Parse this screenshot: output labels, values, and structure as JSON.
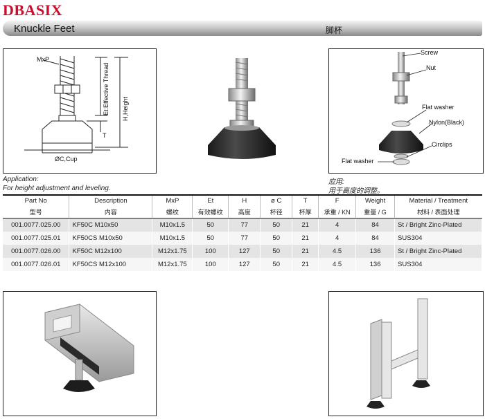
{
  "brand": "DBASIX",
  "title": {
    "en": "Knuckle Feet",
    "cn": "脚杯"
  },
  "drawing": {
    "mxp": "MxP",
    "et": "Et:Effective Thread",
    "h": "H,Height",
    "t": "T",
    "c": "ØC,Cup"
  },
  "parts": {
    "screw": "Screw",
    "nut": "Nut",
    "flat_washer_top": "Flat washer",
    "nylon": "Nylon(Black)",
    "circlips": "Circlips",
    "flat_washer_bottom": "Flat washer"
  },
  "application": {
    "en_title": "Application:",
    "en_text": "For height adjustment and leveling.",
    "cn_title": "应用:",
    "cn_text": "用于高度的调整。"
  },
  "table": {
    "headers": [
      {
        "en": "Part No",
        "cn": "型号"
      },
      {
        "en": "Description",
        "cn": "内容"
      },
      {
        "en": "MxP",
        "cn": "螺纹"
      },
      {
        "en": "Et",
        "cn": "有效螺纹"
      },
      {
        "en": "H",
        "cn": "高度"
      },
      {
        "en": "ø C",
        "cn": "杯径"
      },
      {
        "en": "T",
        "cn": "杯厚"
      },
      {
        "en": "F",
        "cn": "承重 / KN"
      },
      {
        "en": "Weight",
        "cn": "重量 / G"
      },
      {
        "en": "Material / Treatment",
        "cn": "材料 / 表面处理"
      }
    ],
    "rows": [
      [
        "001.0077.025.00",
        "KF50C M10x50",
        "M10x1.5",
        "50",
        "77",
        "50",
        "21",
        "4",
        "84",
        "St / Bright Zinc-Plated"
      ],
      [
        "001.0077.025.01",
        "KF50CS M10x50",
        "M10x1.5",
        "50",
        "77",
        "50",
        "21",
        "4",
        "84",
        "SUS304"
      ],
      [
        "001.0077.026.00",
        "KF50C M12x100",
        "M12x1.75",
        "100",
        "127",
        "50",
        "21",
        "4.5",
        "136",
        "St / Bright Zinc-Plated"
      ],
      [
        "001.0077.026.01",
        "KF50CS M12x100",
        "M12x1.75",
        "100",
        "127",
        "50",
        "21",
        "4.5",
        "136",
        "SUS304"
      ]
    ]
  }
}
